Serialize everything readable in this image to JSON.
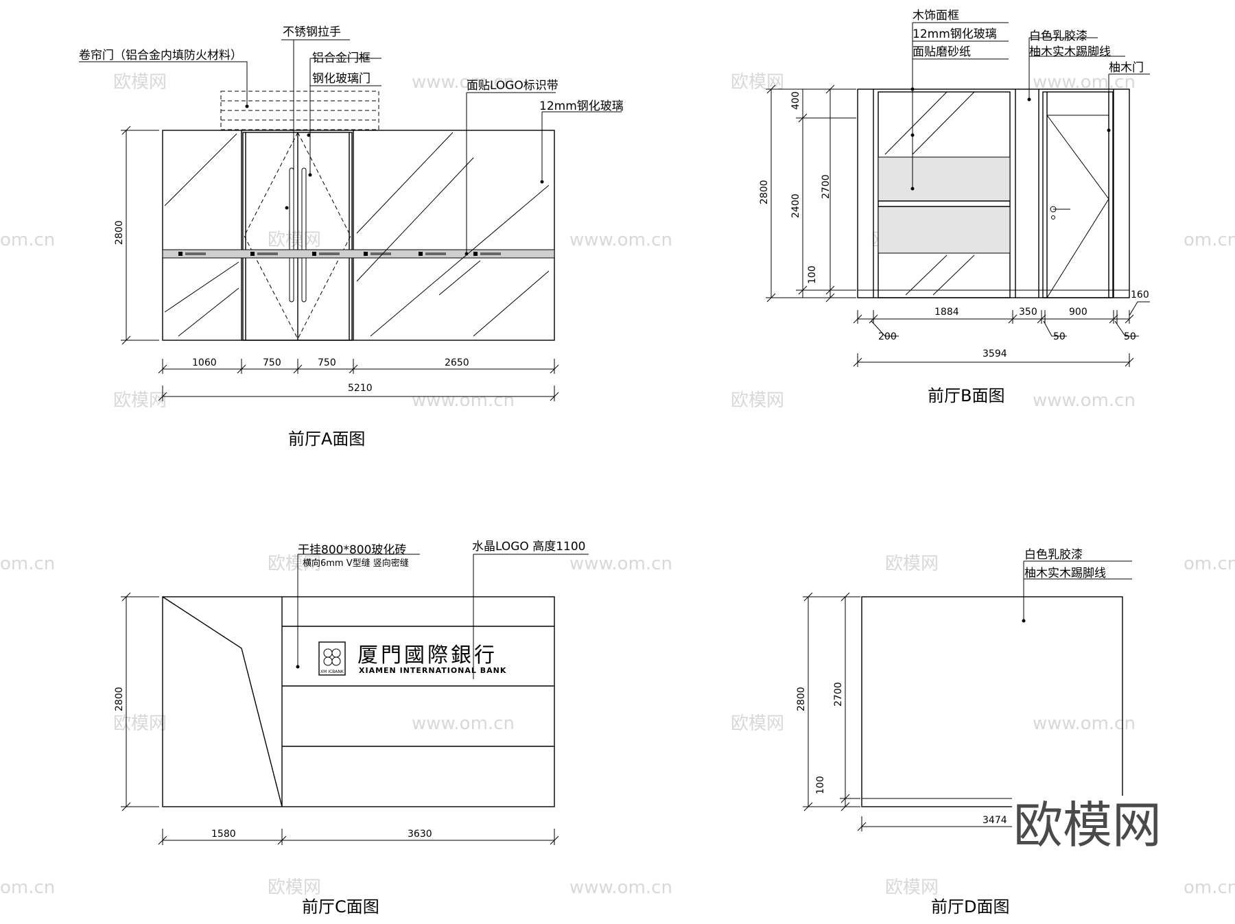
{
  "watermark": {
    "brand": "欧模网",
    "site": "www.om.cn",
    "site_short": "om.cn"
  },
  "panel_a": {
    "title": "前厅A面图",
    "labels": {
      "rolling_door": "卷帘门（铝合金内填防火材料）",
      "steel_handle": "不锈钢拉手",
      "alu_frame": "铝合金门框",
      "glass_door": "钢化玻璃门",
      "logo_band": "面贴LOGO标识带",
      "glass_12mm": "12mm钢化玻璃"
    },
    "dims": {
      "height": "2800",
      "seg1": "1060",
      "seg2": "750",
      "seg3": "750",
      "seg4": "2650",
      "total": "5210"
    }
  },
  "panel_b": {
    "title": "前厅B面图",
    "labels": {
      "wood_frame": "木饰面框",
      "glass_12mm": "12mm钢化玻璃",
      "frosted": "面贴磨砂纸",
      "white_paint": "白色乳胶漆",
      "teak_skirting": "柚木实木踢脚线",
      "teak_door": "柚木门"
    },
    "dims": {
      "h_total": "2800",
      "h_inner": "2700",
      "h_top": "400",
      "h_mid": "2400",
      "h_base": "100",
      "seg1": "1884",
      "seg2": "350",
      "seg3": "900",
      "right": "160",
      "left": "200",
      "gap1": "50",
      "gap2": "50",
      "total": "3594"
    }
  },
  "panel_c": {
    "title": "前厅C面图",
    "labels": {
      "tile": "干挂800*800玻化砖",
      "joint": "横向6mm V型缝 竖向密缝",
      "crystal_logo": "水晶LOGO 高度1100"
    },
    "logo": {
      "cn": "厦門國際銀行",
      "en": "XIAMEN INTERNATIONAL BANK",
      "mark": "XM ICBANK"
    },
    "dims": {
      "height": "2800",
      "seg1": "1580",
      "seg2": "3630"
    }
  },
  "panel_d": {
    "title": "前厅D面图",
    "labels": {
      "white_paint": "白色乳胶漆",
      "teak_skirting": "柚木实木踢脚线"
    },
    "dims": {
      "h_total": "2800",
      "h_inner": "2700",
      "h_base": "100",
      "width": "3474"
    }
  }
}
